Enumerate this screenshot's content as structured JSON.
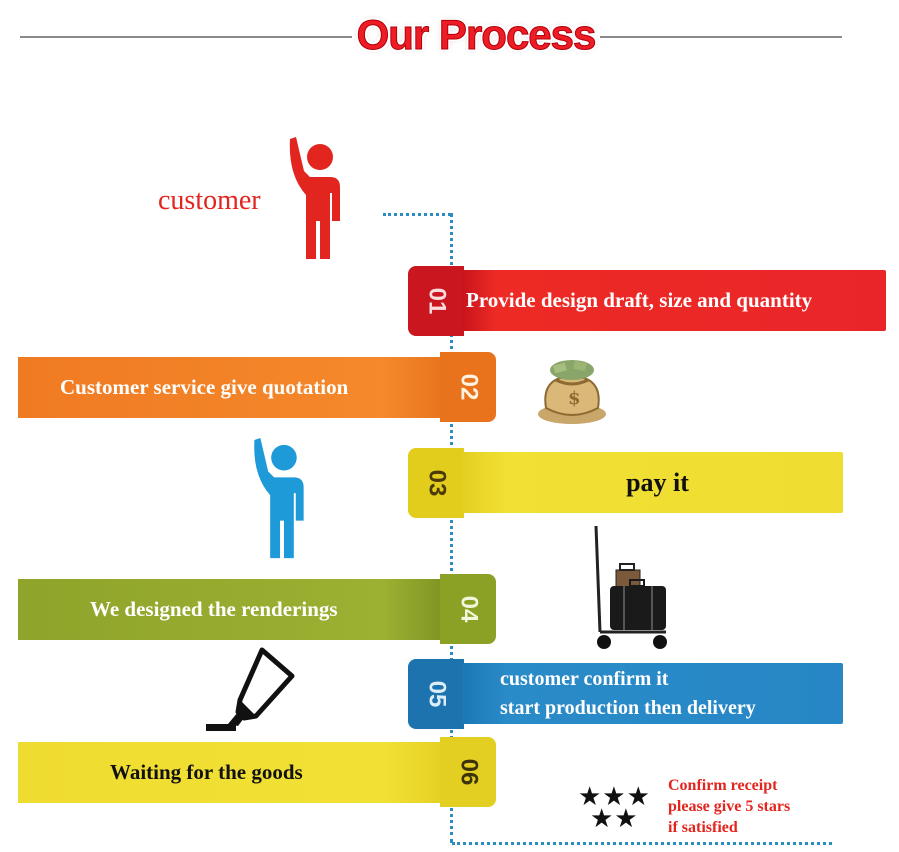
{
  "title": "Our Process",
  "customer_label": "customer",
  "steps": [
    {
      "number": "01",
      "text": "Provide design draft, size and quantity"
    },
    {
      "number": "02",
      "text": "Customer service give quotation"
    },
    {
      "number": "03",
      "text": "pay it"
    },
    {
      "number": "04",
      "text": "We designed the renderings"
    },
    {
      "number": "05",
      "text_line1": "customer confirm it",
      "text_line2": "start production then delivery"
    },
    {
      "number": "06",
      "text": "Waiting for the goods"
    }
  ],
  "stars": "★★★",
  "stars_row2": "★★",
  "confirm_note": {
    "line1": "Confirm receipt",
    "line2": "please give 5 stars",
    "line3": "if satisfied"
  },
  "colors": {
    "title_red": "#ee1c25",
    "step1_red": "#e9252a",
    "step2_orange": "#f5892b",
    "step3_yellow": "#efdd31",
    "step4_green": "#9cb032",
    "step5_blue": "#2787c6",
    "step6_yellow": "#f2e135",
    "person_red": "#e2251e",
    "person_blue": "#1e9ad8",
    "path_blue": "#2c8bbf"
  },
  "icons": [
    "person-waving-icon",
    "money-bag-icon",
    "luggage-cart-icon",
    "marker-pen-icon",
    "star-icon"
  ]
}
